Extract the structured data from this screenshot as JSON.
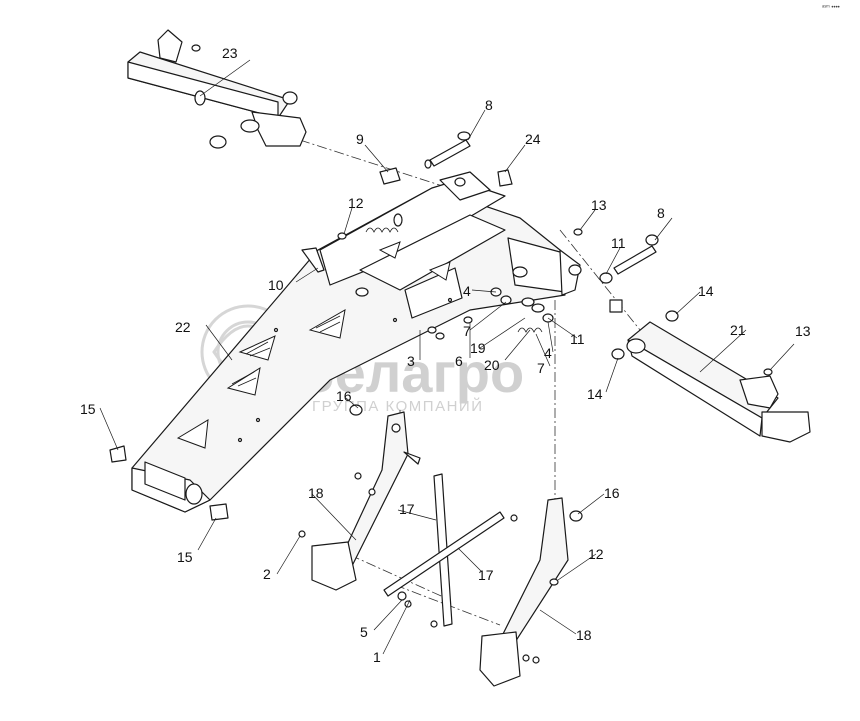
{
  "watermark": {
    "brand": "белагро",
    "tagline": "ГРУППА КОМПАНИЙ"
  },
  "corner_mark": "ᵃˢᵐ  ••••",
  "callouts": [
    {
      "id": "c1",
      "text": "1"
    },
    {
      "id": "c2",
      "text": "2"
    },
    {
      "id": "c3",
      "text": "3"
    },
    {
      "id": "c4a",
      "text": "4"
    },
    {
      "id": "c4b",
      "text": "4"
    },
    {
      "id": "c5",
      "text": "5"
    },
    {
      "id": "c6",
      "text": "6"
    },
    {
      "id": "c7a",
      "text": "7"
    },
    {
      "id": "c7b",
      "text": "7"
    },
    {
      "id": "c8a",
      "text": "8"
    },
    {
      "id": "c8b",
      "text": "8"
    },
    {
      "id": "c9",
      "text": "9"
    },
    {
      "id": "c10",
      "text": "10"
    },
    {
      "id": "c11a",
      "text": "11"
    },
    {
      "id": "c11b",
      "text": "11"
    },
    {
      "id": "c12a",
      "text": "12"
    },
    {
      "id": "c12b",
      "text": "12"
    },
    {
      "id": "c13a",
      "text": "13"
    },
    {
      "id": "c13b",
      "text": "13"
    },
    {
      "id": "c14a",
      "text": "14"
    },
    {
      "id": "c14b",
      "text": "14"
    },
    {
      "id": "c15a",
      "text": "15"
    },
    {
      "id": "c15b",
      "text": "15"
    },
    {
      "id": "c16a",
      "text": "16"
    },
    {
      "id": "c16b",
      "text": "16"
    },
    {
      "id": "c17a",
      "text": "17"
    },
    {
      "id": "c17b",
      "text": "17"
    },
    {
      "id": "c18a",
      "text": "18"
    },
    {
      "id": "c18b",
      "text": "18"
    },
    {
      "id": "c19",
      "text": "19"
    },
    {
      "id": "c20",
      "text": "20"
    },
    {
      "id": "c21",
      "text": "21"
    },
    {
      "id": "c22",
      "text": "22"
    },
    {
      "id": "c23",
      "text": "23"
    },
    {
      "id": "c24",
      "text": "24"
    }
  ]
}
